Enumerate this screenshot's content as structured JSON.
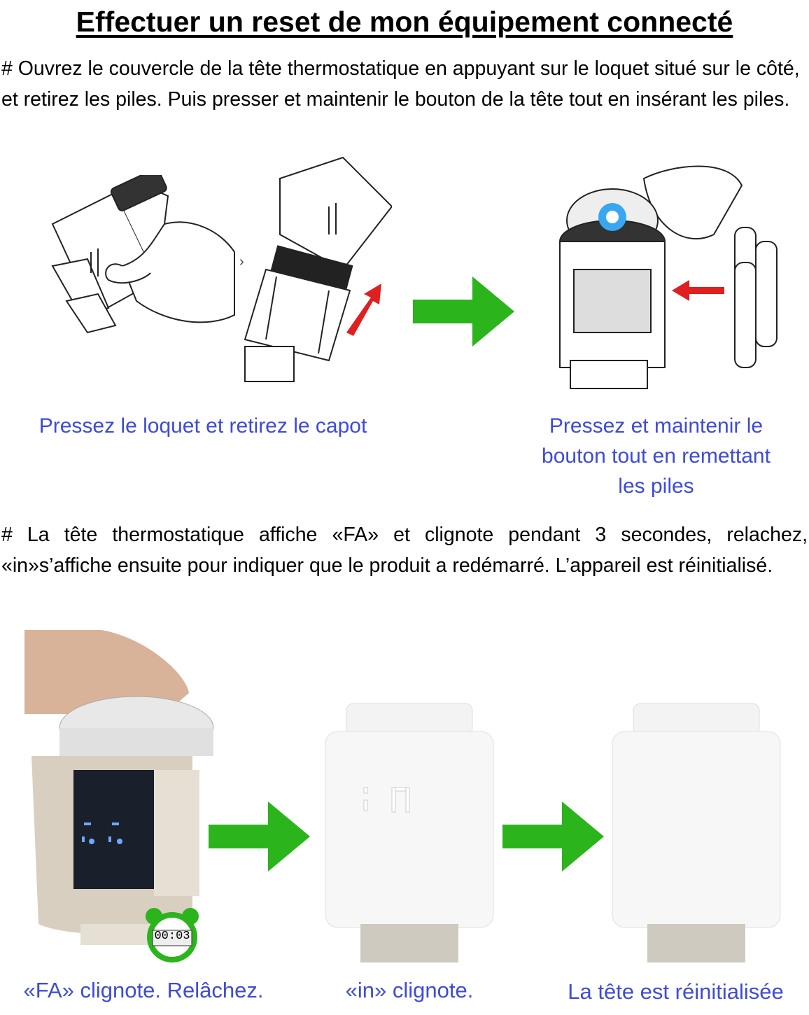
{
  "title": "Effectuer un reset de mon équipement connecté",
  "intro": "# Ouvrez le couvercle de la tête thermostatique en appuyant sur le loquet situé sur le côté, et retirez les piles. Puis presser et maintenir le bouton de la tête tout en insérant les piles.",
  "captions_top": {
    "left": "Pressez le loquet et retirez le capot",
    "right": "Pressez et maintenir le bouton tout en remettant les piles"
  },
  "second_paragraph": "# La tête thermostatique affiche «FA» et clignote pendant 3 secondes, relachez, «in»s’affiche ensuite pour indiquer que le produit a redémarré. L’appareil est réinitialisé.",
  "captions_bottom": {
    "left": "«FA» clignote. Relâchez.",
    "middle": "«in» clignote.",
    "right": "La tête est réinitialisée"
  },
  "timer_display": "00:03",
  "colors": {
    "caption_blue": "#3f4bd6",
    "arrow_green": "#2bb41c",
    "arrow_red": "#e02020",
    "button_blue": "#39a7f0"
  }
}
